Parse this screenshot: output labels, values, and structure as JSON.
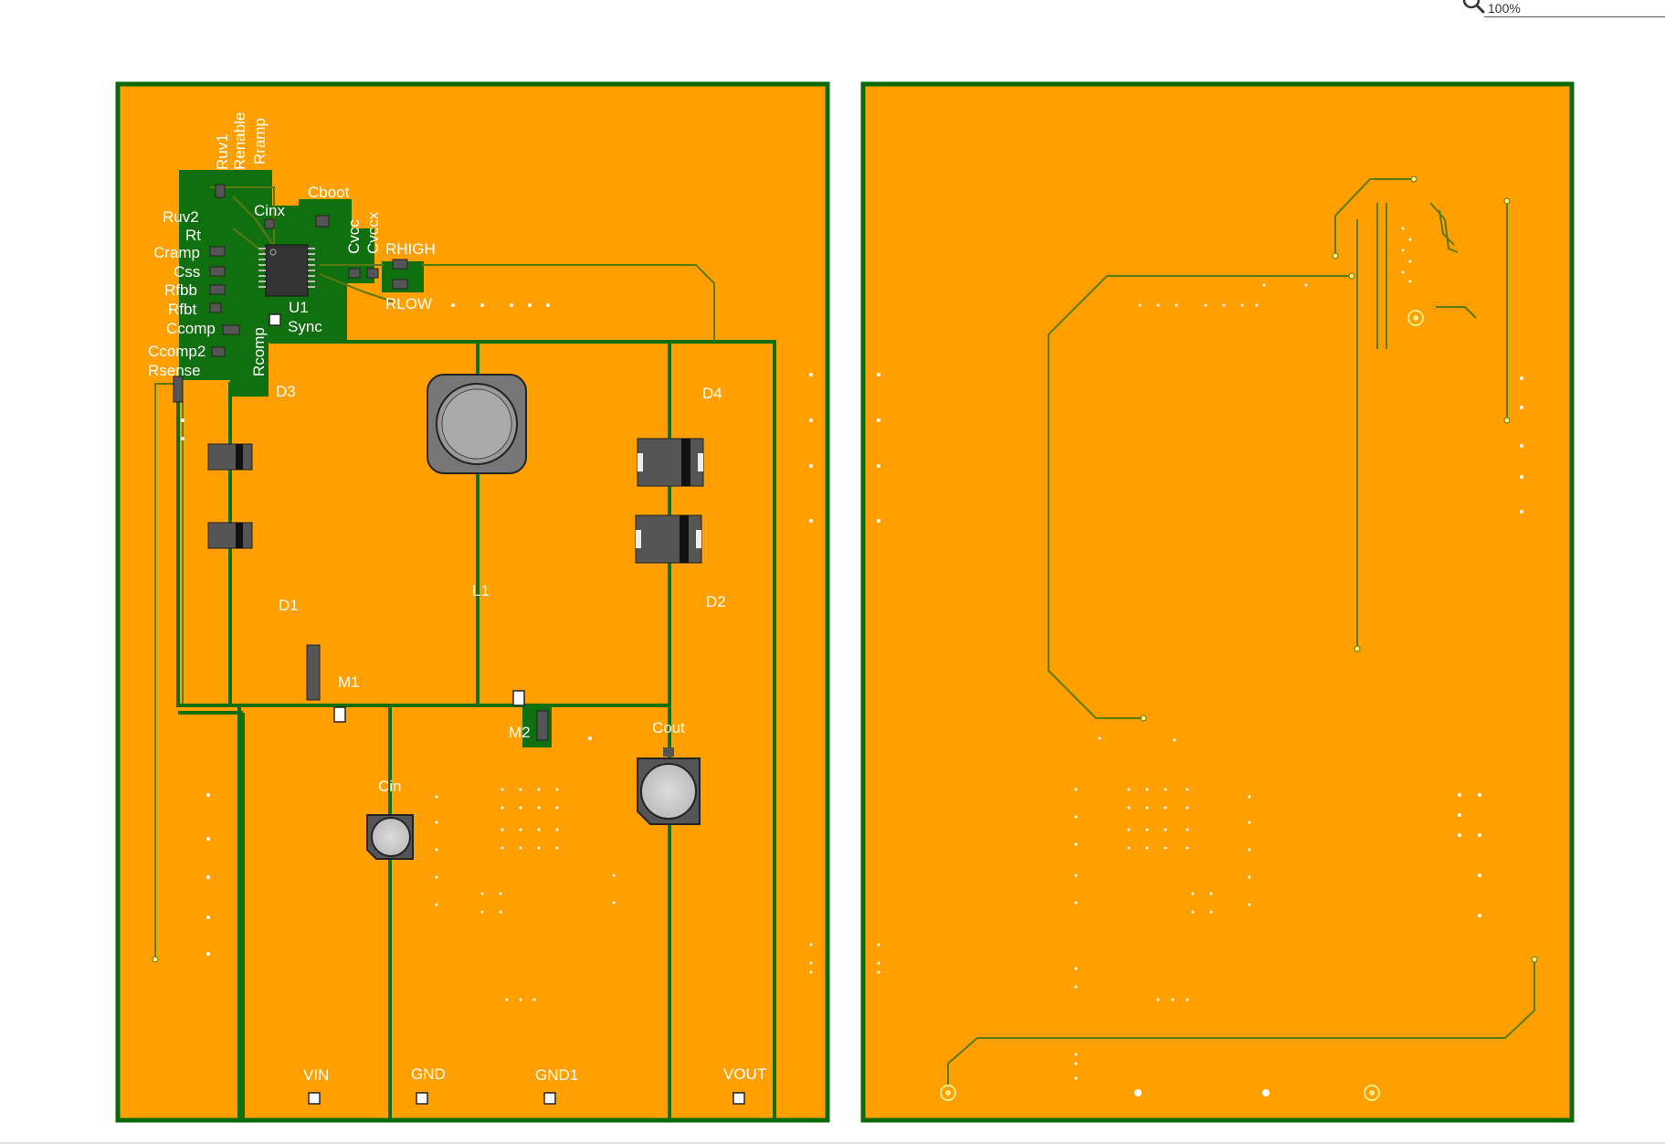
{
  "toolbar": {
    "zoom_value": "100%",
    "search_icon": "search-icon"
  },
  "colors": {
    "board": "#ffa000",
    "copper": "#107010",
    "outline": "#0a6a0a",
    "trace": "#5a7a10",
    "component_gray": "#666666",
    "label": "#ffffff"
  },
  "front_layer": {
    "labels": {
      "ruv1": "Ruv1",
      "renable": "Renable",
      "rramp": "Rramp",
      "ruv2": "Ruv2",
      "rt": "Rt",
      "cramp": "Cramp",
      "css": "Css",
      "rfbb": "Rfbb",
      "rfbt": "Rfbt",
      "ccomp": "Ccomp",
      "ccomp2": "Ccomp2",
      "rsense": "Rsense",
      "rcomp": "Rcomp",
      "cinx": "Cinx",
      "cboot": "Cboot",
      "cvcc": "Cvcc",
      "cvccx": "Cvccx",
      "rhigh": "RHIGH",
      "rlow": "RLOW",
      "u1": "U1",
      "sync": "Sync",
      "d3": "D3",
      "d4": "D4",
      "d1": "D1",
      "d2": "D2",
      "l1": "L1",
      "m1": "M1",
      "m2": "M2",
      "cout": "Cout",
      "cin": "Cin",
      "vin": "VIN",
      "gnd": "GND",
      "gnd1": "GND1",
      "vout": "VOUT"
    }
  },
  "back_layer": {
    "labels": {}
  }
}
